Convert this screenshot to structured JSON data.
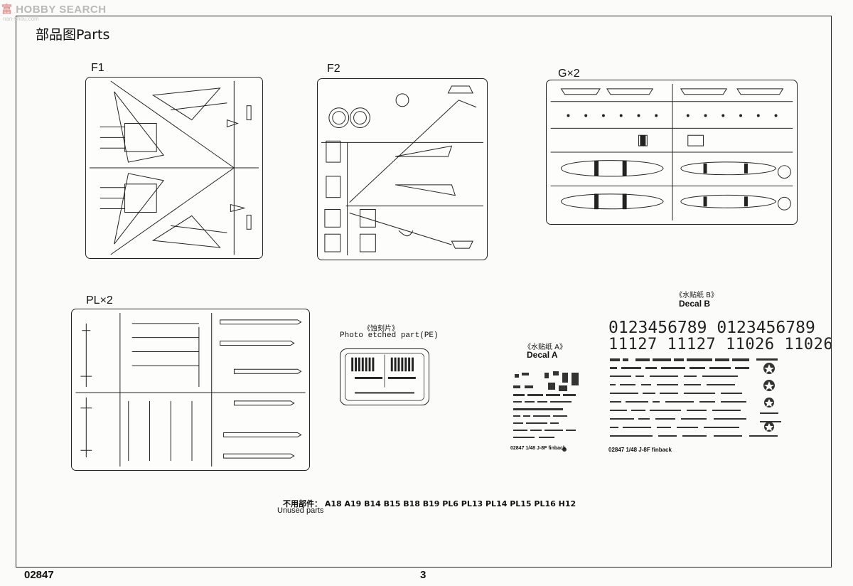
{
  "watermark": {
    "brand_cn": "富",
    "brand": "HOBBY SEARCH",
    "sub": "nan-shou.com"
  },
  "page": {
    "title": "部品图Parts",
    "code": "02847",
    "number": "3"
  },
  "sprues": {
    "f1": {
      "label": "F1"
    },
    "f2": {
      "label": "F2"
    },
    "g": {
      "label": "G×2"
    },
    "pl": {
      "label": "PL×2"
    }
  },
  "pe": {
    "label_cn": "《蚀刻片》",
    "label_en": "Photo etched part(PE)"
  },
  "decal_a": {
    "label_cn": "《水贴纸 A》",
    "label_en": "Decal A",
    "footer": "02847   1/48 J-8F finback"
  },
  "decal_b": {
    "label_cn": "《水贴纸 B》",
    "label_en": "Decal B",
    "digits_row": "0123456789 0123456789",
    "numbers_row": "11127  11127  11026  11026",
    "footer": "02847   1/48 J-8F finback"
  },
  "unused": {
    "label_cn": "不用部件：",
    "parts": "A18 A19 B14 B15 B18 B19 PL6 PL13 PL14 PL15 PL16 H12",
    "label_en": "Unused parts"
  },
  "colors": {
    "ink": "#222222",
    "paper": "#fbfbf9"
  }
}
